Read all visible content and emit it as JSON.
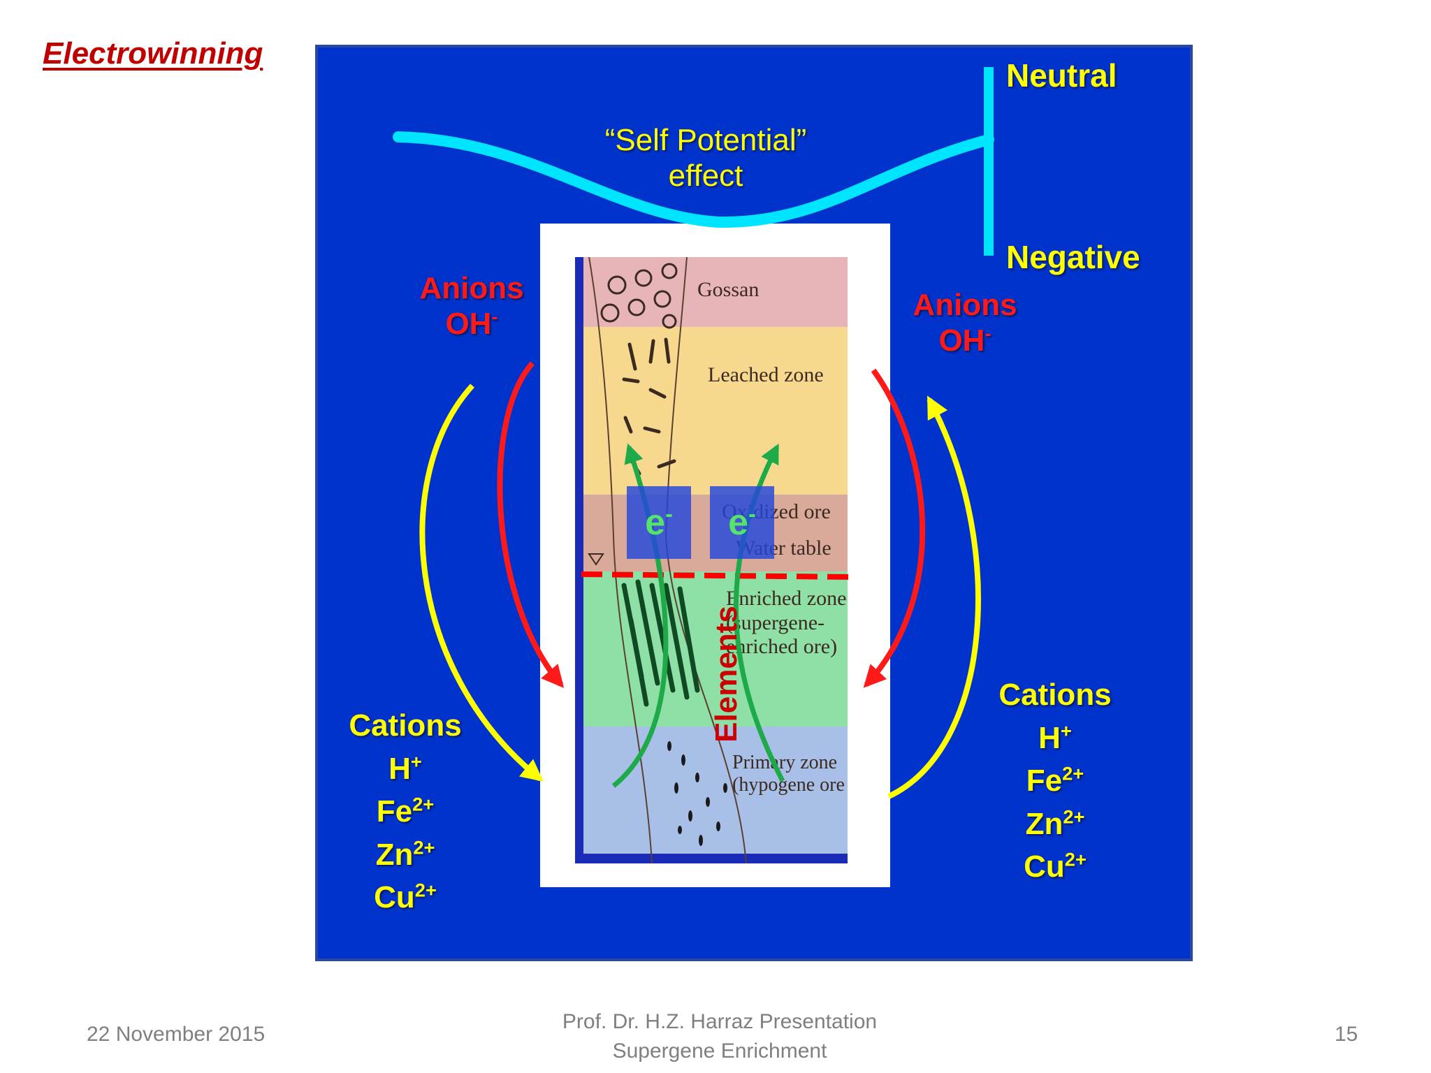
{
  "slide": {
    "title": "Electrowinning",
    "neutral": "Neutral",
    "negative": "Negative",
    "self_potential_line1": "“Self Potential”",
    "self_potential_line2": "effect",
    "anions": "Anions",
    "oh": "OH",
    "oh_charge": "-",
    "cations": "Cations",
    "h": "H",
    "h_charge": "+",
    "fe": "Fe",
    "fe_charge": "2+",
    "zn": "Zn",
    "zn_charge": "2+",
    "cu": "Cu",
    "cu_charge": "2+",
    "electron": "e",
    "electron_charge": "-",
    "elements": "Elements"
  },
  "zones": {
    "gossan": "Gossan",
    "leached": "Leached zone",
    "oxidized": "Oxidized ore",
    "water_table": "Water table",
    "enriched": "Enriched zone\n(supergene-\nenriched ore)",
    "primary": "Primary zone\n(hypogene ore"
  },
  "colors": {
    "panel_blue": "#0033cc",
    "label_yellow": "#ffff00",
    "anion_red": "#ff1a1a",
    "arrow_green": "#1faa4a",
    "sp_cyan": "#00e5ff",
    "title_red": "#c00000"
  },
  "footer": {
    "date": "22 November 2015",
    "presenter": "Prof. Dr. H.Z. Harraz Presentation",
    "topic": "Supergene Enrichment",
    "page": "15"
  }
}
